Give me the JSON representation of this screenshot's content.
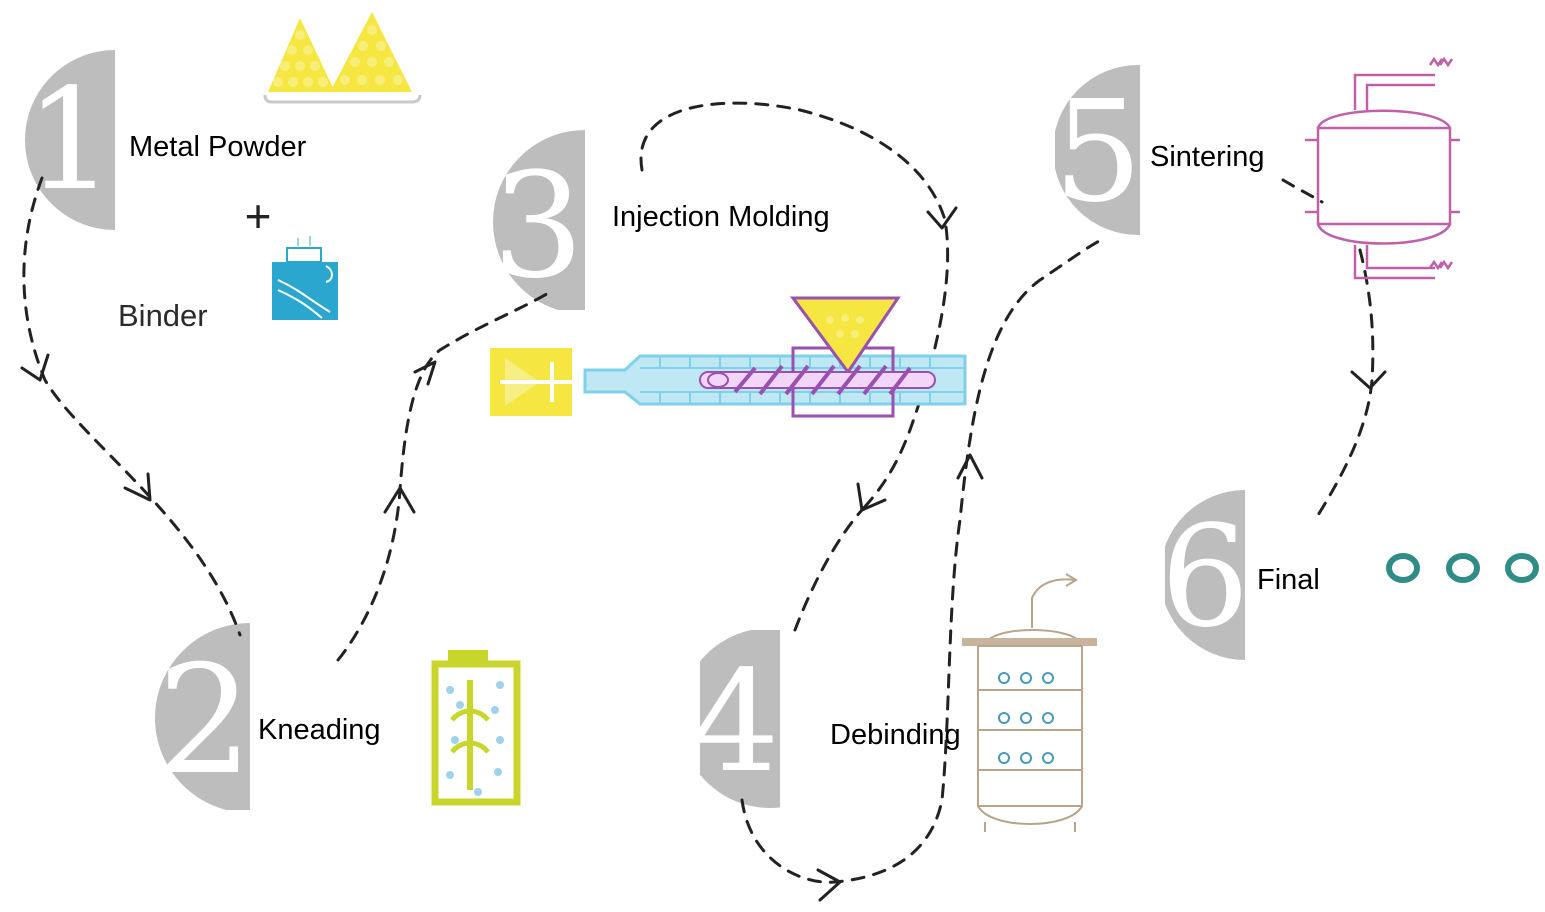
{
  "steps": [
    {
      "number": "1",
      "label": "Metal Powder"
    },
    {
      "number": "2",
      "label": "Kneading"
    },
    {
      "number": "3",
      "label": "Injection Molding"
    },
    {
      "number": "4",
      "label": "Debinding"
    },
    {
      "number": "5",
      "label": "Sintering"
    },
    {
      "number": "6",
      "label": "Final"
    }
  ],
  "binder": {
    "plus": "+",
    "label": "Binder"
  },
  "colors": {
    "number_disc": "#bdbdbd",
    "flow_line": "#222222",
    "powder": "#f5e642",
    "binder_liquid": "#2aa6cf",
    "kneader": "#c8d62b",
    "barrel": "#7fd0ea",
    "screw": "#9b4fb0",
    "furnace_outline": "#b9a48c",
    "sinter_outline": "#c060a8",
    "final_parts": "#2f8c86"
  },
  "icons": {
    "step1": "metal-powder-icon",
    "binder": "binder-bottle-icon",
    "step2": "kneader-icon",
    "step3": "injection-machine-icon",
    "step4": "debinding-furnace-icon",
    "step5": "sintering-furnace-icon",
    "step6": "final-parts-icon"
  }
}
